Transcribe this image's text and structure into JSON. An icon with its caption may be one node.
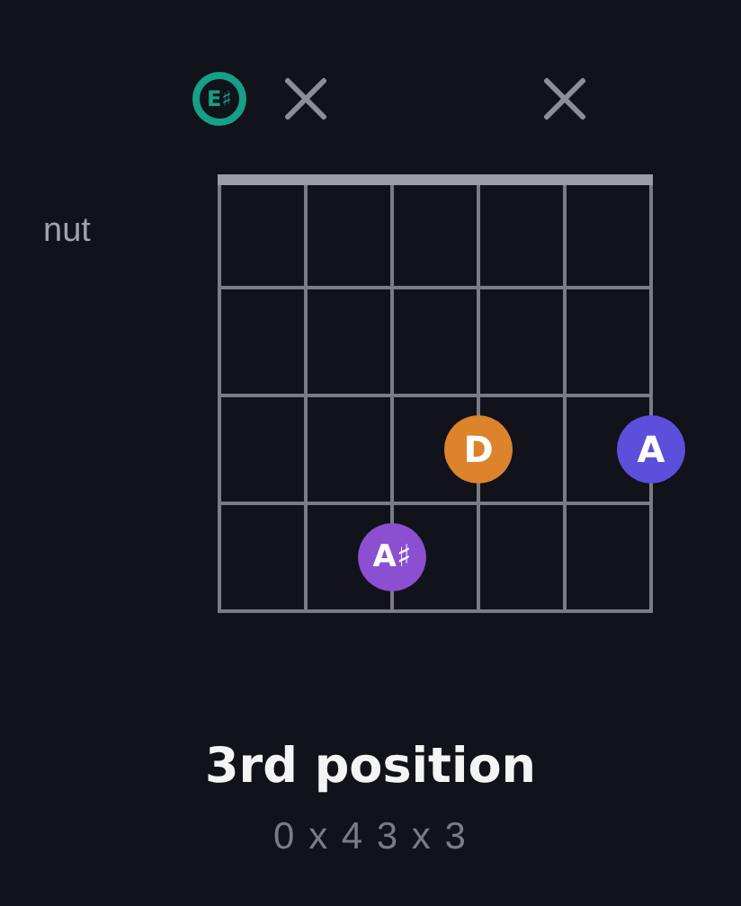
{
  "diagram": {
    "title": "3rd position",
    "nodes": [
      {
        "text": [
          "E♯"
        ]
      },
      {
        "text": [
          "D"
        ]
      },
      {
        "text": [
          "A"
        ]
      },
      {
        "text": [
          "A♯"
        ]
      }
    ],
    "labels": [
      "nut",
      "0 x 4 3 x 3"
    ]
  }
}
